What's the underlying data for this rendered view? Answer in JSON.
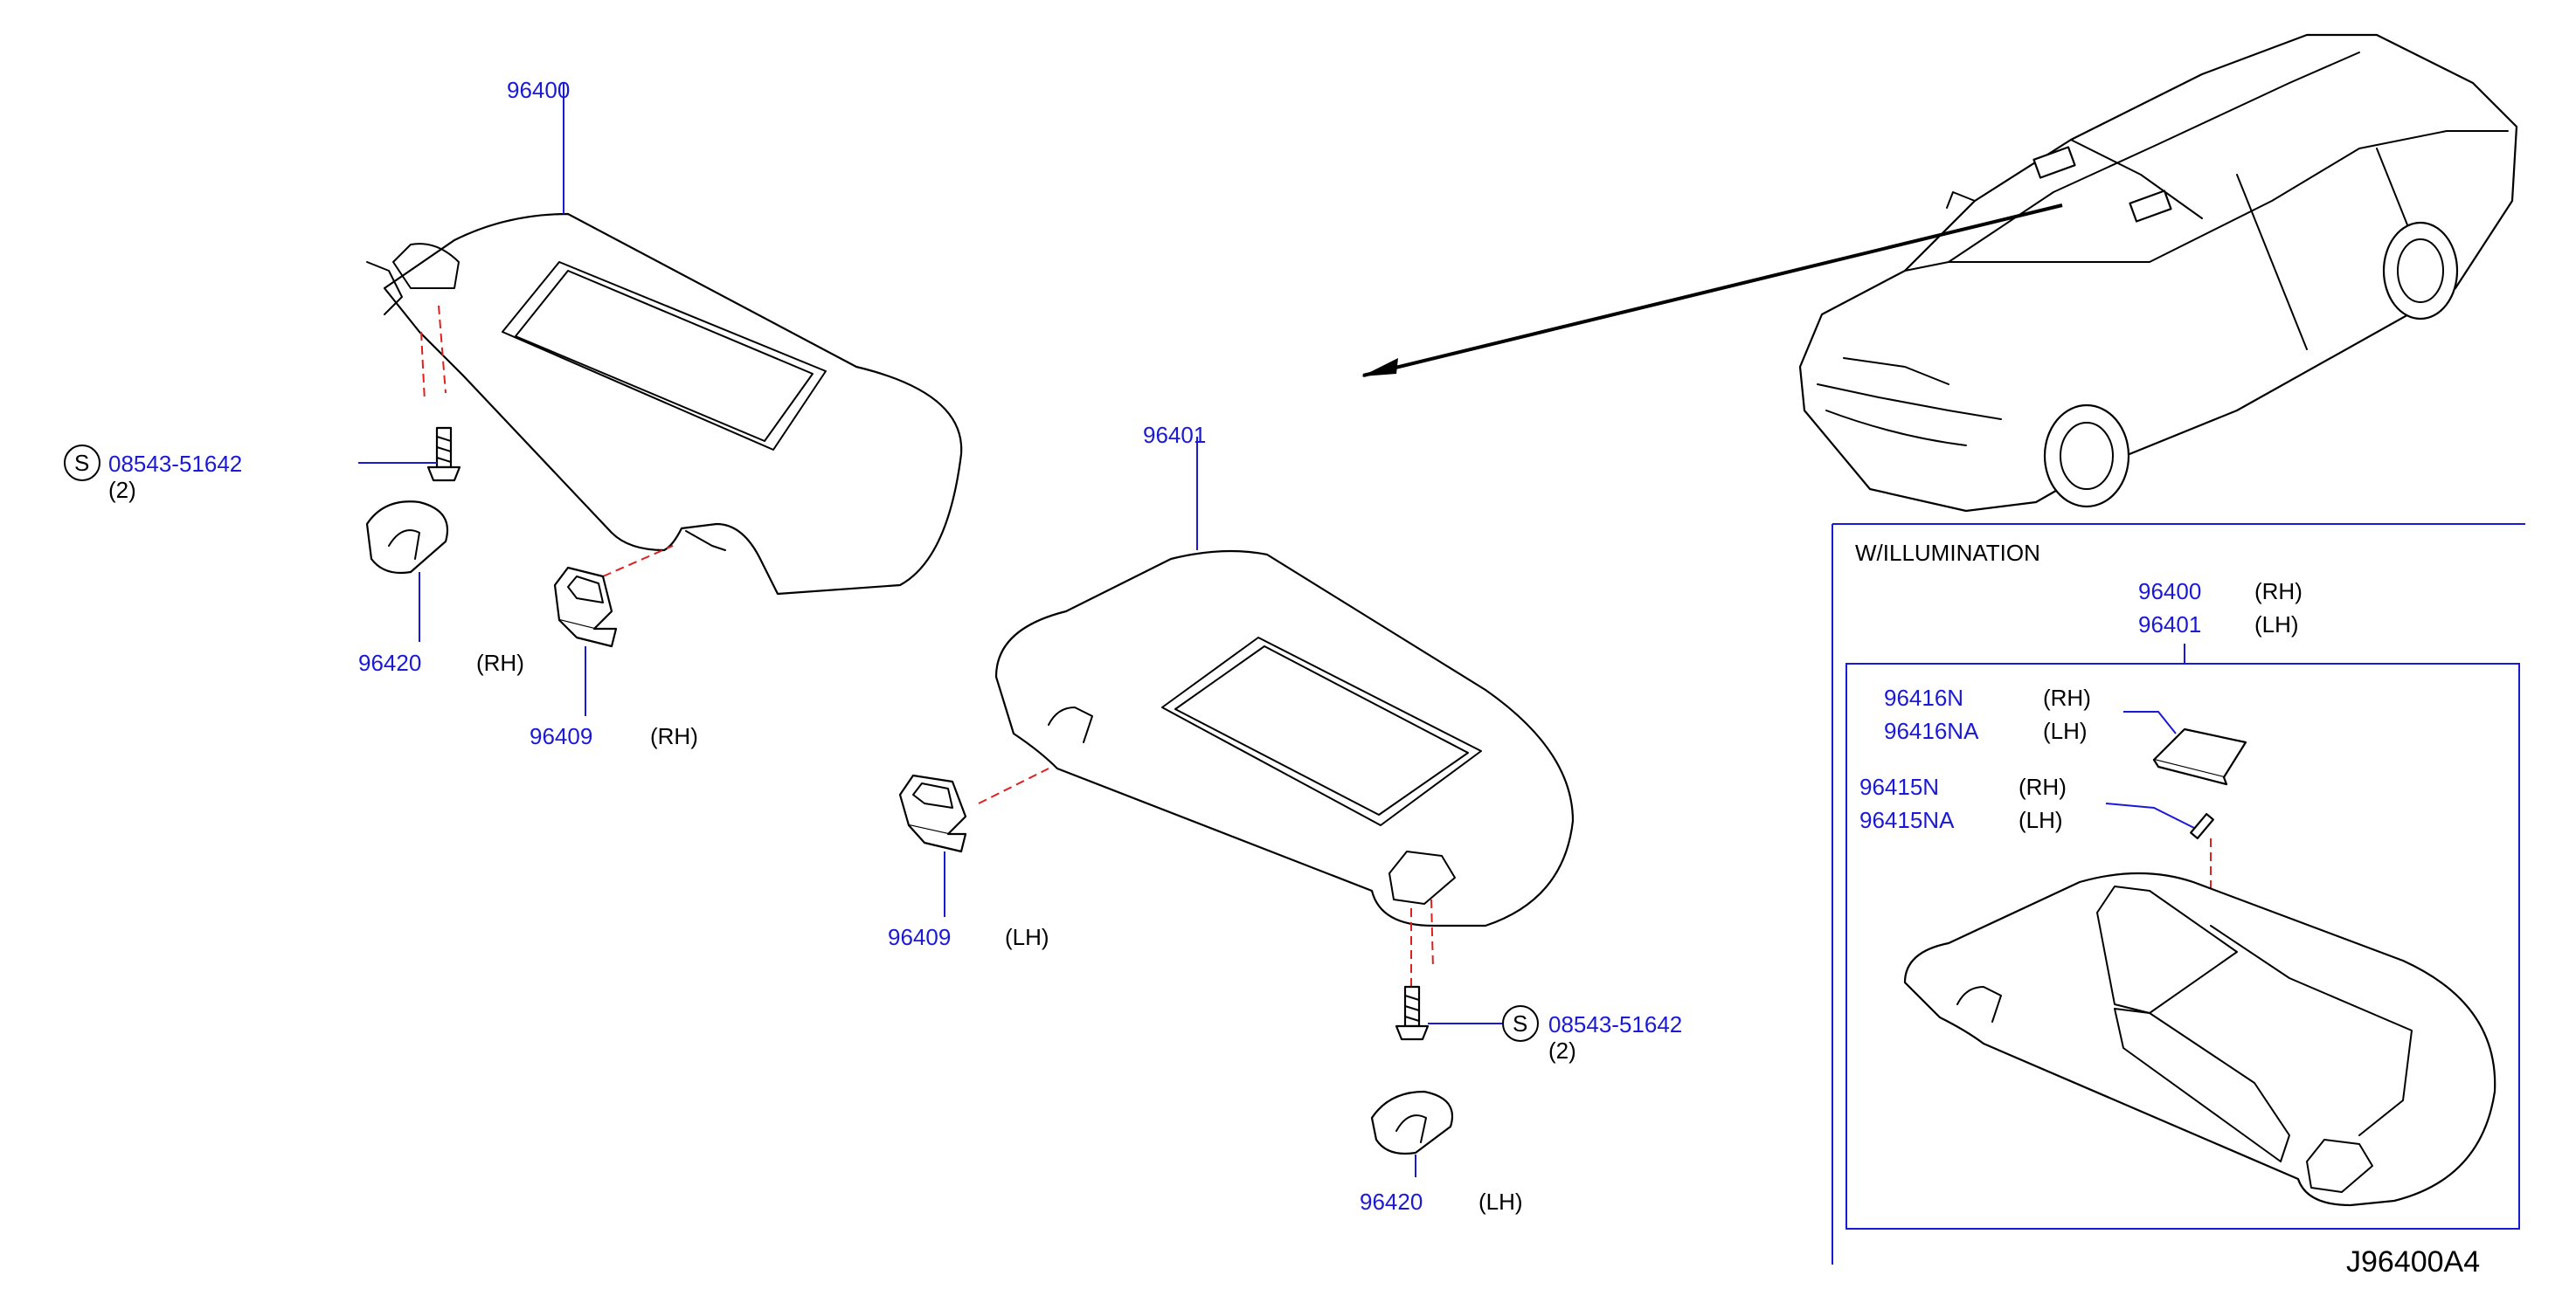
{
  "labels": {
    "visor_rh_part": "96400",
    "visor_lh_part": "96401",
    "screw_rh": {
      "symbol": "S",
      "part": "08543-51642",
      "qty": "(2)"
    },
    "screw_lh": {
      "symbol": "S",
      "part": "08543-51642",
      "qty": "(2)"
    },
    "cover_rh": {
      "part": "96420",
      "side": "(RH)"
    },
    "cover_lh": {
      "part": "96420",
      "side": "(LH)"
    },
    "holder_rh": {
      "part": "96409",
      "side": "(RH)"
    },
    "holder_lh": {
      "part": "96409",
      "side": "(LH)"
    }
  },
  "illumination": {
    "title": "W/ILLUMINATION",
    "visor_rh": {
      "part": "96400",
      "side": "(RH)"
    },
    "visor_lh": {
      "part": "96401",
      "side": "(LH)"
    },
    "lens_rh": {
      "part": "96416N",
      "side": "(RH)"
    },
    "lens_lh": {
      "part": "96416NA",
      "side": "(LH)"
    },
    "bulb_rh": {
      "part": "96415N",
      "side": "(RH)"
    },
    "bulb_lh": {
      "part": "96415NA",
      "side": "(LH)"
    }
  },
  "diagram_ref": "J96400A4",
  "colors": {
    "part_number": "#1a1ad6",
    "guide_dash": "#e02020",
    "line": "#000000"
  }
}
